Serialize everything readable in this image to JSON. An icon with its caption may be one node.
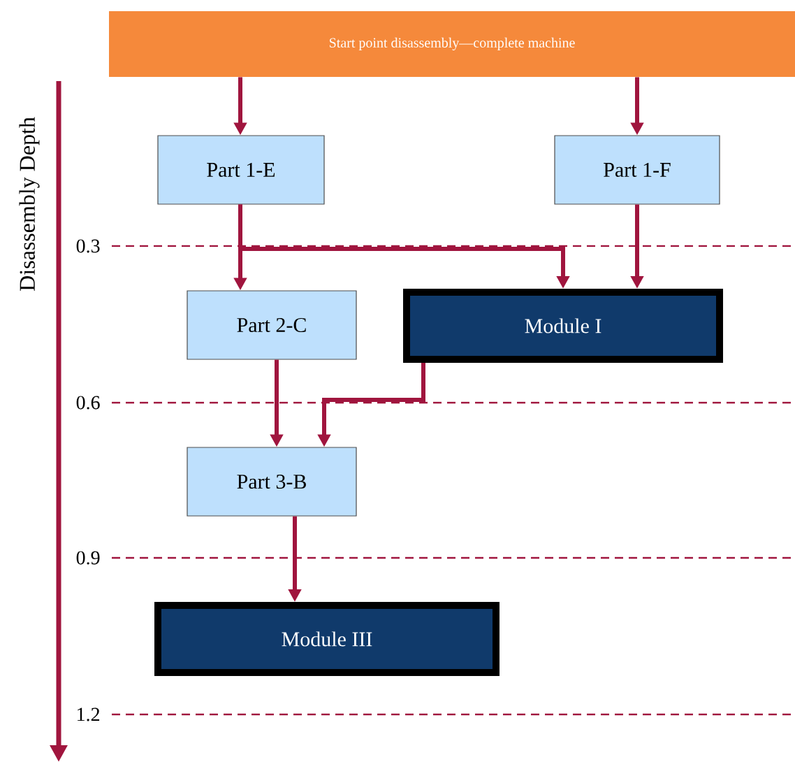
{
  "diagram": {
    "nodes": [
      {
        "text": [
          "Start point disassembly—complete machine"
        ]
      },
      {
        "text": [
          "Part 1-E"
        ]
      },
      {
        "text": [
          "Part 1-F"
        ]
      },
      {
        "text": [
          "Part 2-C"
        ]
      },
      {
        "text": [
          "Module I"
        ]
      },
      {
        "text": [
          "Part 3-B"
        ]
      },
      {
        "text": [
          "Module III"
        ]
      }
    ],
    "edges": [
      {
        "from": 0,
        "to": 1,
        "arrow": "to"
      },
      {
        "from": 0,
        "to": 2,
        "arrow": "to"
      },
      {
        "from": 1,
        "to": 3,
        "arrow": "to"
      },
      {
        "from": 1,
        "to": 4,
        "arrow": "to"
      },
      {
        "from": 2,
        "to": 4,
        "arrow": "to"
      },
      {
        "from": 3,
        "to": 5,
        "arrow": "to"
      },
      {
        "from": 4,
        "to": 5,
        "arrow": "to"
      },
      {
        "from": 5,
        "to": 6,
        "arrow": "to"
      }
    ],
    "labels": [
      "Disassembly Depth",
      "0.3",
      "0.6",
      "0.9",
      "1.2"
    ]
  }
}
